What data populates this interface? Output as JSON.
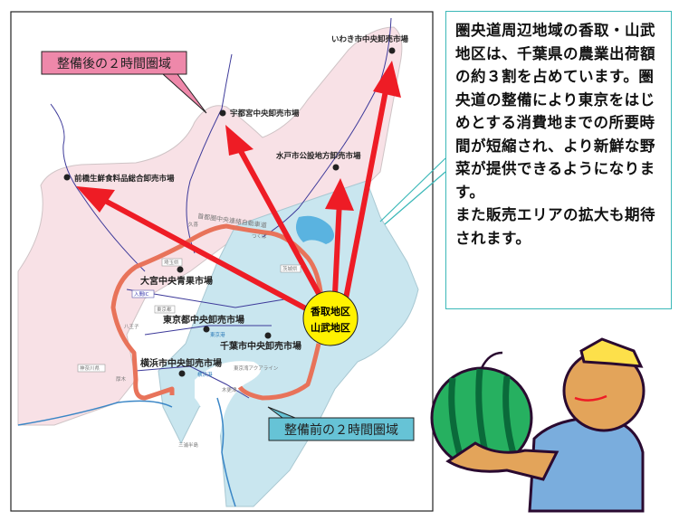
{
  "callouts": {
    "after": "整備後の２時間圏域",
    "before": "整備前の２時間圏域"
  },
  "center_area": {
    "line1": "香取地区",
    "line2": "山武地区"
  },
  "markets": {
    "iwaki": "いわき市中央卸売市場",
    "utsunomiya": "宇都宮中央卸売市場",
    "mito": "水戸市公設地方卸売市場",
    "maebashi": "前橋生鮮食料品総合卸売市場",
    "omiya": "大宮中央青果市場",
    "tokyo": "東京都中央卸売市場",
    "chiba": "千葉市中央卸売市場",
    "yokohama": "横浜市中央卸売市場"
  },
  "map_labels": {
    "ken_o_do": "首都圏中央連絡自動車道",
    "kuki": "久喜",
    "tsukuba": "つくば",
    "saitama": "埼玉県",
    "iruma_ic": "入間IC",
    "tokyo_to": "東京都",
    "hachioji": "八王子",
    "ibaraki": "茨城県",
    "kanagawa": "神奈川県",
    "atsugi": "厚木",
    "aqualine": "東京湾アクアライン",
    "kisarazu": "木更津",
    "miura": "三浦半島",
    "tokyo_port": "東京港",
    "yokohama_port": "横浜港"
  },
  "description": {
    "paragraph1": "圏央道周辺地域の香取・山武地区は、千葉県の農業出荷額の約３割を占めています。圏央道の整備により東京をはじめとする消費地までの所要時間が短縮され、より新鮮な野菜が提供できるようになります。",
    "paragraph2": "また販売エリアの拡大も期待されます。"
  },
  "colors": {
    "after_zone": "#f8e1e6",
    "before_zone": "#c9e6ef",
    "ring": "#e8735a",
    "arrow": "#ee1c25",
    "center": "#fff200",
    "callout_after": "#ee88aa",
    "callout_before": "#66c3d6",
    "textbox_border": "#3bb8b8"
  }
}
